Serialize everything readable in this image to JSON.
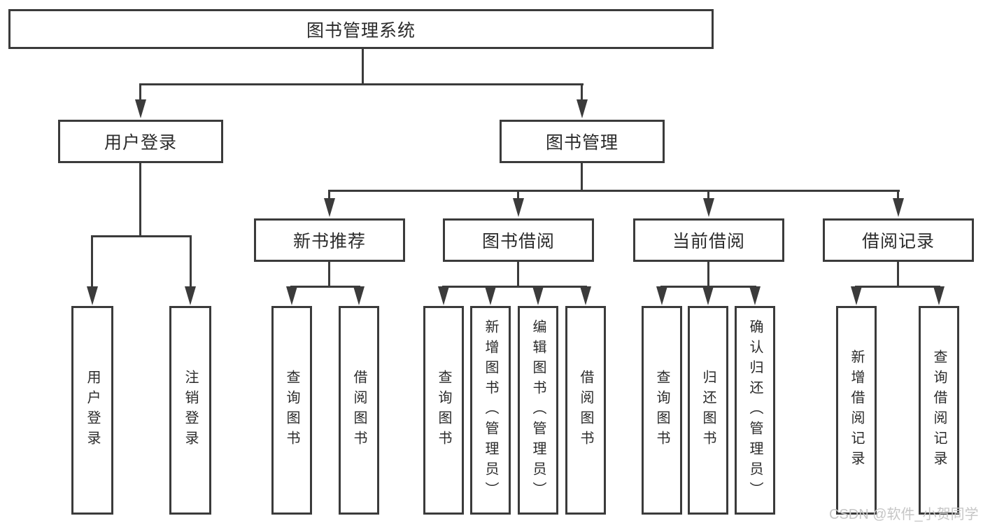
{
  "tree": {
    "root": {
      "label": "图书管理系统"
    },
    "branches": [
      {
        "label": "用户登录",
        "leaves": [
          "用户登录",
          "注销登录"
        ]
      },
      {
        "label": "图书管理",
        "children": [
          {
            "label": "新书推荐",
            "leaves": [
              "查询图书",
              "借阅图书"
            ]
          },
          {
            "label": "图书借阅",
            "leaves": [
              "查询图书",
              "新增图书（管理员）",
              "编辑图书（管理员）",
              "借阅图书"
            ]
          },
          {
            "label": "当前借阅",
            "leaves": [
              "查询图书",
              "归还图书",
              "确认归还（管理员）"
            ]
          },
          {
            "label": "借阅记录",
            "leaves": [
              "新增借阅记录",
              "查询借阅记录"
            ]
          }
        ]
      }
    ]
  },
  "watermark": {
    "text": "CSDN @软件_小贺同学"
  },
  "colors": {
    "line": "#3b3b3b",
    "text": "#2b2b2b",
    "watermark": "#c6c6c6",
    "background": "#ffffff"
  }
}
